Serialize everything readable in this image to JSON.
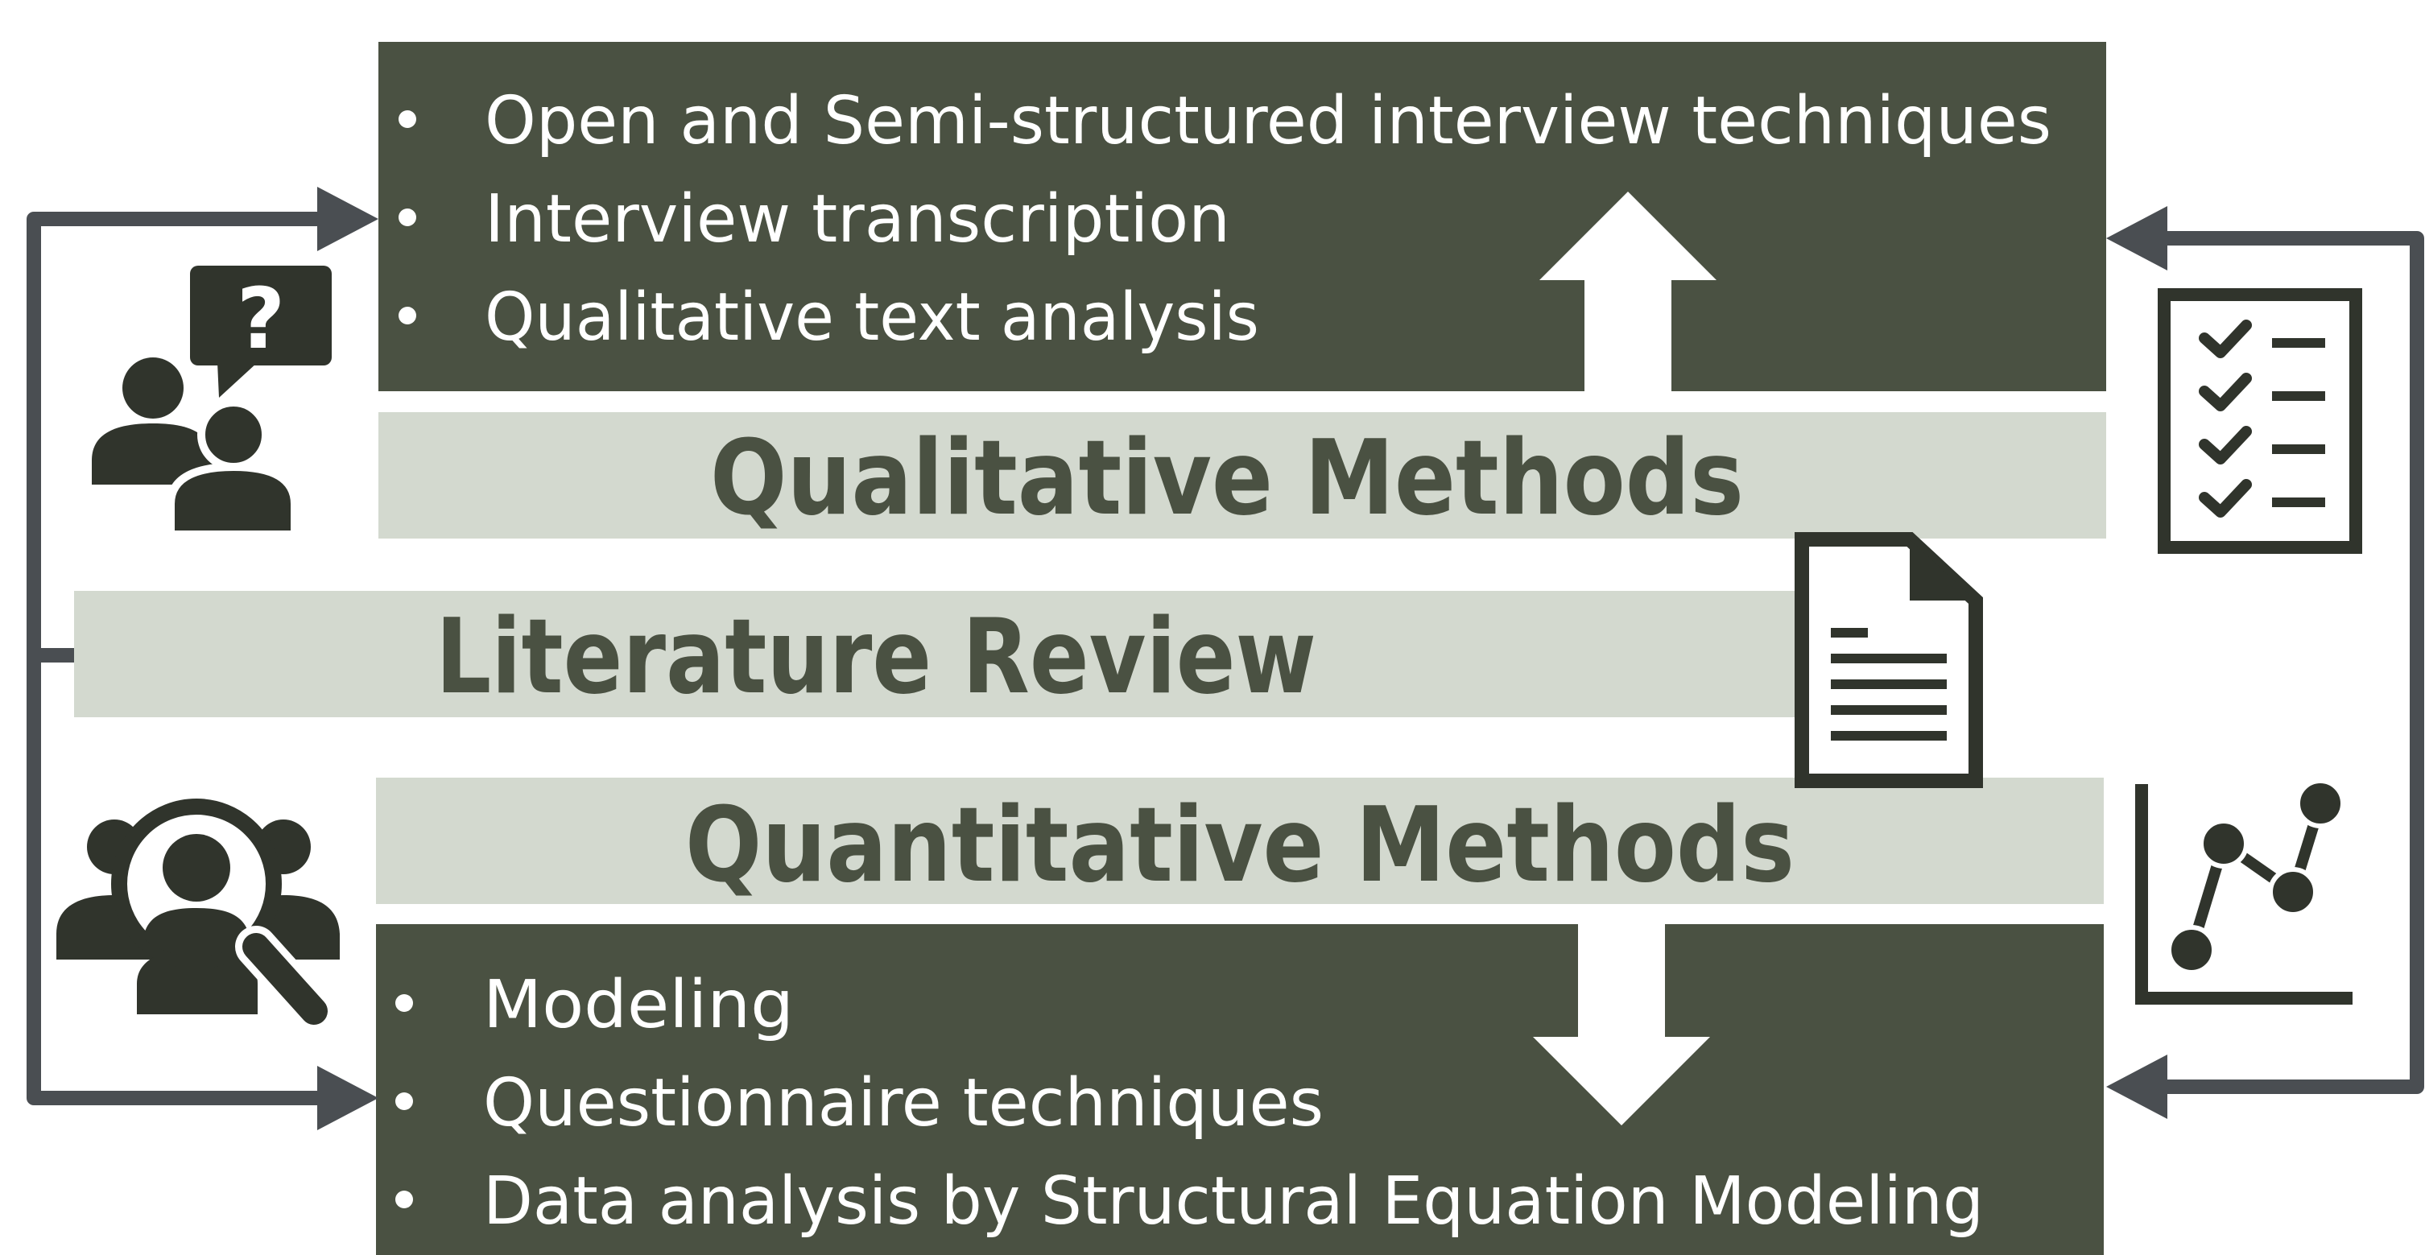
{
  "qualitative": {
    "title": "Qualitative Methods",
    "bullets": [
      "Open and Semi-structured interview techniques",
      "Interview transcription",
      "Qualitative text analysis"
    ]
  },
  "literature": {
    "title": "Literature Review"
  },
  "quantitative": {
    "title": "Quantitative Methods",
    "bullets": [
      "Modeling",
      "Questionnaire techniques",
      "Data analysis by Structural Equation Modeling"
    ]
  },
  "icons": {
    "top_left": "interview-people-question-icon",
    "bottom_left": "people-magnifier-icon",
    "top_right": "checklist-icon",
    "center": "document-icon",
    "bottom_right": "line-chart-icon"
  },
  "colors": {
    "dark_box": "#4a5142",
    "light_band": "#d3d9cf",
    "connector": "#4a4e52",
    "icon": "#30342c",
    "text_on_dark": "#ffffff"
  }
}
